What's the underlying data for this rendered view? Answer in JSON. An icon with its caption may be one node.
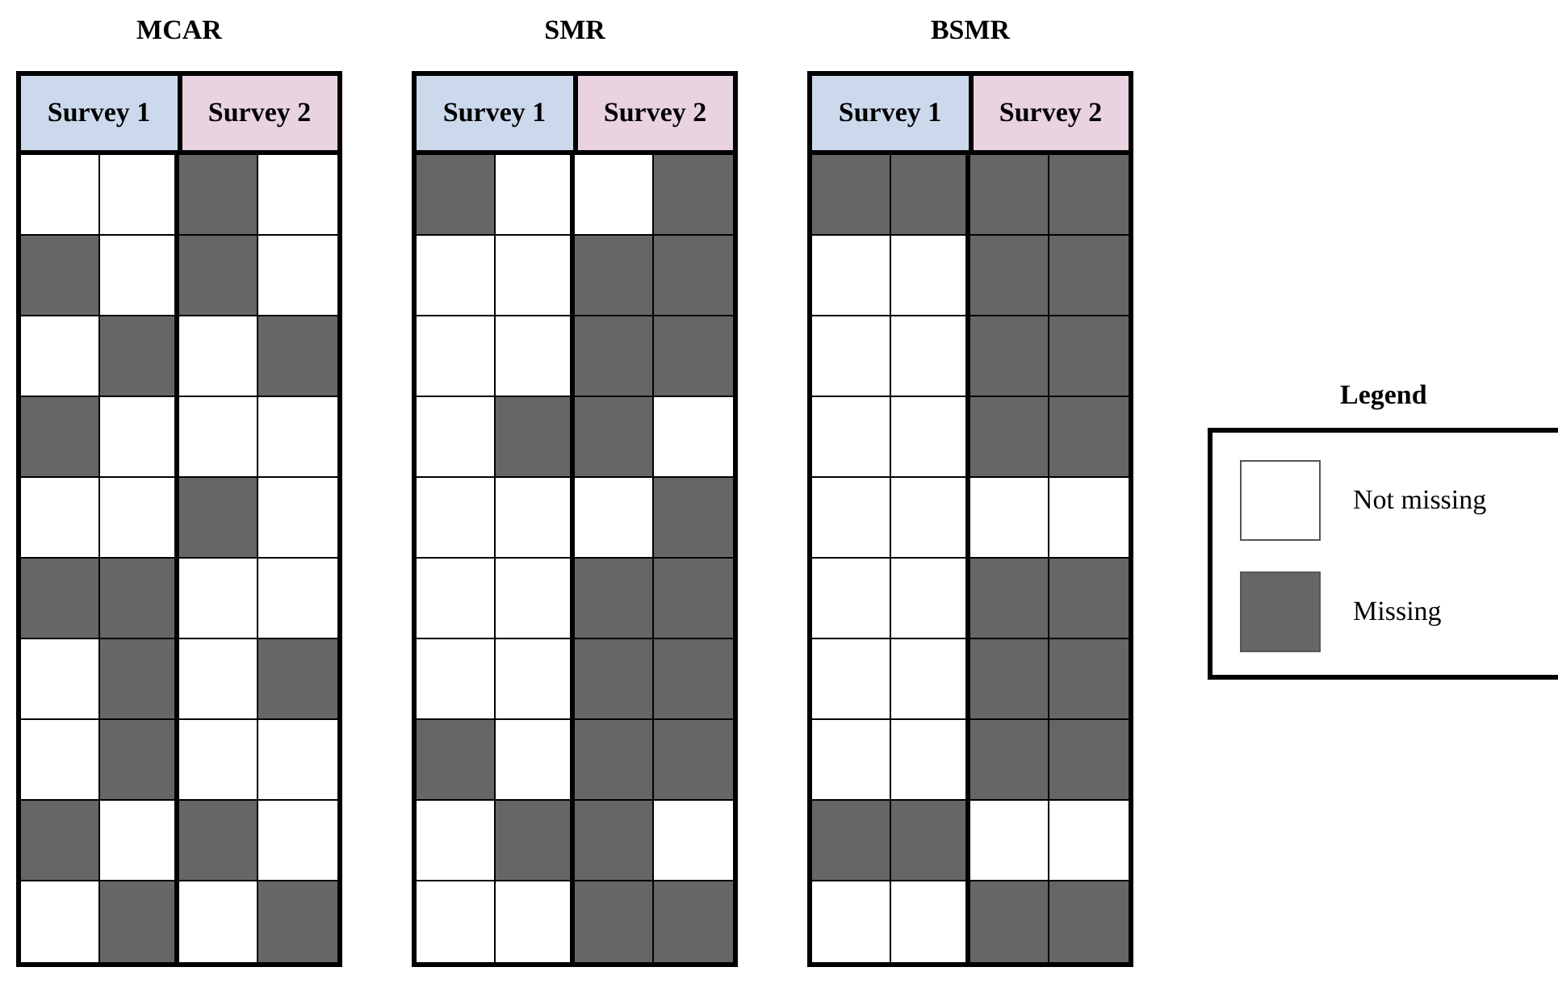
{
  "diagram": {
    "nodes": [
      {
        "text": [
          "MCAR"
        ]
      },
      {
        "text": [
          "Survey 1"
        ],
        "in": 0
      },
      {
        "text": [
          "Survey 2"
        ],
        "in": 0
      },
      {
        "text": [],
        "shape": "box",
        "in": 0
      },
      {
        "text": [],
        "shape": "box",
        "in": 0
      },
      {
        "text": [],
        "shape": "box",
        "in": 0
      },
      {
        "text": [],
        "shape": "box",
        "in": 0
      },
      {
        "text": [],
        "shape": "box",
        "in": 0
      },
      {
        "text": [],
        "shape": "box",
        "in": 0
      },
      {
        "text": [],
        "shape": "box",
        "in": 0
      },
      {
        "text": [],
        "shape": "box",
        "in": 0
      },
      {
        "text": [],
        "shape": "box",
        "in": 0
      },
      {
        "text": [],
        "shape": "box",
        "in": 0
      },
      {
        "text": [],
        "shape": "box",
        "in": 0
      },
      {
        "text": [],
        "shape": "box",
        "in": 0
      },
      {
        "text": [],
        "shape": "box",
        "in": 0
      },
      {
        "text": [],
        "shape": "box",
        "in": 0
      },
      {
        "text": [],
        "shape": "box",
        "in": 0
      },
      {
        "text": [],
        "shape": "box",
        "in": 0
      },
      {
        "text": [],
        "shape": "box",
        "in": 0
      },
      {
        "text": [],
        "shape": "box",
        "in": 0
      },
      {
        "text": [],
        "shape": "box",
        "in": 0
      },
      {
        "text": [],
        "shape": "box",
        "in": 0
      },
      {
        "text": [],
        "shape": "box",
        "in": 0
      },
      {
        "text": [],
        "shape": "box",
        "in": 0
      },
      {
        "text": [],
        "shape": "box",
        "in": 0
      },
      {
        "text": [],
        "shape": "box",
        "in": 0
      },
      {
        "text": [],
        "shape": "box",
        "in": 0
      },
      {
        "text": [],
        "shape": "box",
        "in": 0
      },
      {
        "text": [],
        "shape": "box",
        "in": 0
      },
      {
        "text": [],
        "shape": "box",
        "in": 0
      },
      {
        "text": [],
        "shape": "box",
        "in": 0
      },
      {
        "text": [],
        "shape": "box",
        "in": 0
      },
      {
        "text": [],
        "shape": "box",
        "in": 0
      },
      {
        "text": [],
        "shape": "box",
        "in": 0
      },
      {
        "text": [],
        "shape": "box",
        "in": 0
      },
      {
        "text": [],
        "shape": "box",
        "in": 0
      },
      {
        "text": [],
        "shape": "box",
        "in": 0
      },
      {
        "text": [],
        "shape": "box",
        "in": 0
      },
      {
        "text": [],
        "shape": "box",
        "in": 0
      },
      {
        "text": [],
        "shape": "box",
        "in": 0
      },
      {
        "text": [],
        "shape": "box",
        "in": 0
      },
      {
        "text": [],
        "shape": "box",
        "in": 0
      },
      {
        "text": [
          "SMR"
        ]
      },
      {
        "text": [
          "Survey 1"
        ],
        "in": 43
      },
      {
        "text": [
          "Survey 2"
        ],
        "in": 43
      },
      {
        "text": [],
        "shape": "box",
        "in": 43
      },
      {
        "text": [],
        "shape": "box",
        "in": 43
      },
      {
        "text": [],
        "shape": "box",
        "in": 43
      },
      {
        "text": [],
        "shape": "box",
        "in": 43
      },
      {
        "text": [],
        "shape": "box",
        "in": 43
      },
      {
        "text": [],
        "shape": "box",
        "in": 43
      },
      {
        "text": [],
        "shape": "box",
        "in": 43
      },
      {
        "text": [],
        "shape": "box",
        "in": 43
      },
      {
        "text": [],
        "shape": "box",
        "in": 43
      },
      {
        "text": [],
        "shape": "box",
        "in": 43
      },
      {
        "text": [],
        "shape": "box",
        "in": 43
      },
      {
        "text": [],
        "shape": "box",
        "in": 43
      },
      {
        "text": [],
        "shape": "box",
        "in": 43
      },
      {
        "text": [],
        "shape": "box",
        "in": 43
      },
      {
        "text": [],
        "shape": "box",
        "in": 43
      },
      {
        "text": [],
        "shape": "box",
        "in": 43
      },
      {
        "text": [],
        "shape": "box",
        "in": 43
      },
      {
        "text": [],
        "shape": "box",
        "in": 43
      },
      {
        "text": [],
        "shape": "box",
        "in": 43
      },
      {
        "text": [],
        "shape": "box",
        "in": 43
      },
      {
        "text": [],
        "shape": "box",
        "in": 43
      },
      {
        "text": [],
        "shape": "box",
        "in": 43
      },
      {
        "text": [],
        "shape": "box",
        "in": 43
      },
      {
        "text": [],
        "shape": "box",
        "in": 43
      },
      {
        "text": [],
        "shape": "box",
        "in": 43
      },
      {
        "text": [],
        "shape": "box",
        "in": 43
      },
      {
        "text": [],
        "shape": "box",
        "in": 43
      },
      {
        "text": [],
        "shape": "box",
        "in": 43
      },
      {
        "text": [],
        "shape": "box",
        "in": 43
      },
      {
        "text": [],
        "shape": "box",
        "in": 43
      },
      {
        "text": [],
        "shape": "box",
        "in": 43
      },
      {
        "text": [],
        "shape": "box",
        "in": 43
      },
      {
        "text": [],
        "shape": "box",
        "in": 43
      },
      {
        "text": [],
        "shape": "box",
        "in": 43
      },
      {
        "text": [],
        "shape": "box",
        "in": 43
      },
      {
        "text": [],
        "shape": "box",
        "in": 43
      },
      {
        "text": [],
        "shape": "box",
        "in": 43
      },
      {
        "text": [],
        "shape": "box",
        "in": 43
      },
      {
        "text": [],
        "shape": "box",
        "in": 43
      },
      {
        "text": [],
        "shape": "box",
        "in": 43
      },
      {
        "text": [
          "BSMR"
        ]
      },
      {
        "text": [
          "Survey 1"
        ],
        "in": 86
      },
      {
        "text": [
          "Survey 2"
        ],
        "in": 86
      },
      {
        "text": [],
        "shape": "box",
        "in": 86
      },
      {
        "text": [],
        "shape": "box",
        "in": 86
      },
      {
        "text": [],
        "shape": "box",
        "in": 86
      },
      {
        "text": [],
        "shape": "box",
        "in": 86
      },
      {
        "text": [],
        "shape": "box",
        "in": 86
      },
      {
        "text": [],
        "shape": "box",
        "in": 86
      },
      {
        "text": [],
        "shape": "box",
        "in": 86
      },
      {
        "text": [],
        "shape": "box",
        "in": 86
      },
      {
        "text": [],
        "shape": "box",
        "in": 86
      },
      {
        "text": [],
        "shape": "box",
        "in": 86
      },
      {
        "text": [],
        "shape": "box",
        "in": 86
      },
      {
        "text": [],
        "shape": "box",
        "in": 86
      },
      {
        "text": [],
        "shape": "box",
        "in": 86
      },
      {
        "text": [],
        "shape": "box",
        "in": 86
      },
      {
        "text": [],
        "shape": "box",
        "in": 86
      },
      {
        "text": [],
        "shape": "box",
        "in": 86
      },
      {
        "text": [],
        "shape": "box",
        "in": 86
      },
      {
        "text": [],
        "shape": "box",
        "in": 86
      },
      {
        "text": [],
        "shape": "box",
        "in": 86
      },
      {
        "text": [],
        "shape": "box",
        "in": 86
      },
      {
        "text": [],
        "shape": "box",
        "in": 86
      },
      {
        "text": [],
        "shape": "box",
        "in": 86
      },
      {
        "text": [],
        "shape": "box",
        "in": 86
      },
      {
        "text": [],
        "shape": "box",
        "in": 86
      },
      {
        "text": [],
        "shape": "box",
        "in": 86
      },
      {
        "text": [],
        "shape": "box",
        "in": 86
      },
      {
        "text": [],
        "shape": "box",
        "in": 86
      },
      {
        "text": [],
        "shape": "box",
        "in": 86
      },
      {
        "text": [],
        "shape": "box",
        "in": 86
      },
      {
        "text": [],
        "shape": "box",
        "in": 86
      },
      {
        "text": [],
        "shape": "box",
        "in": 86
      },
      {
        "text": [],
        "shape": "box",
        "in": 86
      },
      {
        "text": [],
        "shape": "box",
        "in": 86
      },
      {
        "text": [],
        "shape": "box",
        "in": 86
      },
      {
        "text": [],
        "shape": "box",
        "in": 86
      },
      {
        "text": [],
        "shape": "box",
        "in": 86
      },
      {
        "text": [],
        "shape": "box",
        "in": 86
      },
      {
        "text": [],
        "shape": "box",
        "in": 86
      },
      {
        "text": [],
        "shape": "box",
        "in": 86
      },
      {
        "text": [],
        "shape": "box",
        "in": 86
      }
    ],
    "labels": [
      "Legend"
    ],
    "legend": [
      {
        "text": "Not missing",
        "color": "#ffffff"
      },
      {
        "text": "Missing",
        "color": "#666666"
      }
    ]
  }
}
